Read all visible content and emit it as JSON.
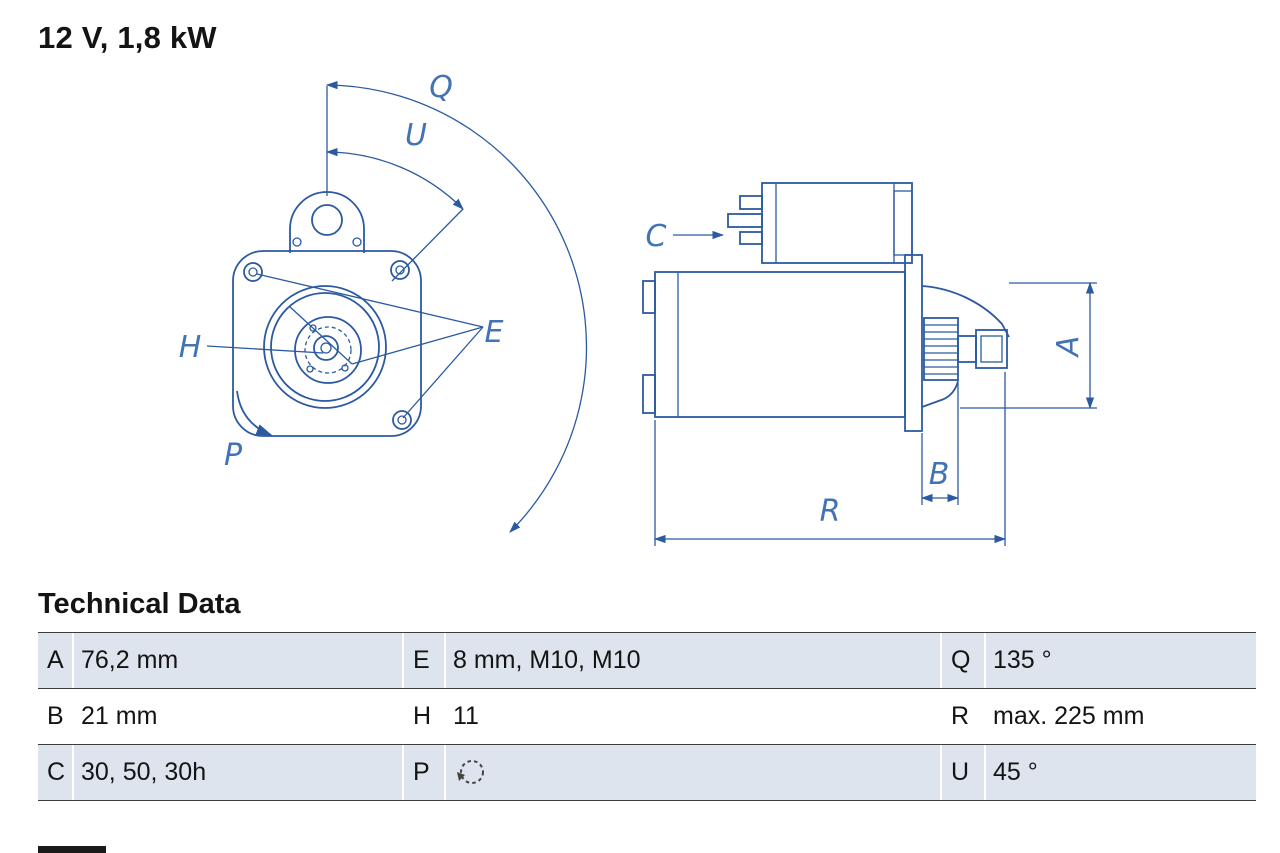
{
  "header": {
    "title": "12 V, 1,8 kW"
  },
  "drawing": {
    "labels": {
      "Q": "Q",
      "U": "U",
      "E": "E",
      "H": "H",
      "P": "P",
      "C": "C",
      "A": "A",
      "B": "B",
      "R": "R"
    }
  },
  "technical_data": {
    "heading": "Technical Data",
    "rows": [
      {
        "cells": [
          {
            "key": "A",
            "value": "76,2 mm"
          },
          {
            "key": "E",
            "value": "8 mm, M10, M10"
          },
          {
            "key": "Q",
            "value": "135 °"
          }
        ]
      },
      {
        "cells": [
          {
            "key": "B",
            "value": "21 mm"
          },
          {
            "key": "H",
            "value": "11"
          },
          {
            "key": "R",
            "value": "max. 225 mm"
          }
        ]
      },
      {
        "cells": [
          {
            "key": "C",
            "value": "30, 50, 30h"
          },
          {
            "key": "P",
            "value": "",
            "icon": "rotation-ccw-icon"
          },
          {
            "key": "U",
            "value": "45 °"
          }
        ]
      }
    ]
  },
  "colors": {
    "line_blue": "#2b5aa0",
    "label_blue": "#4273b5",
    "row_stripe": "#dde4ed",
    "table_line": "#3c3c3c",
    "text_color": "#141414"
  }
}
